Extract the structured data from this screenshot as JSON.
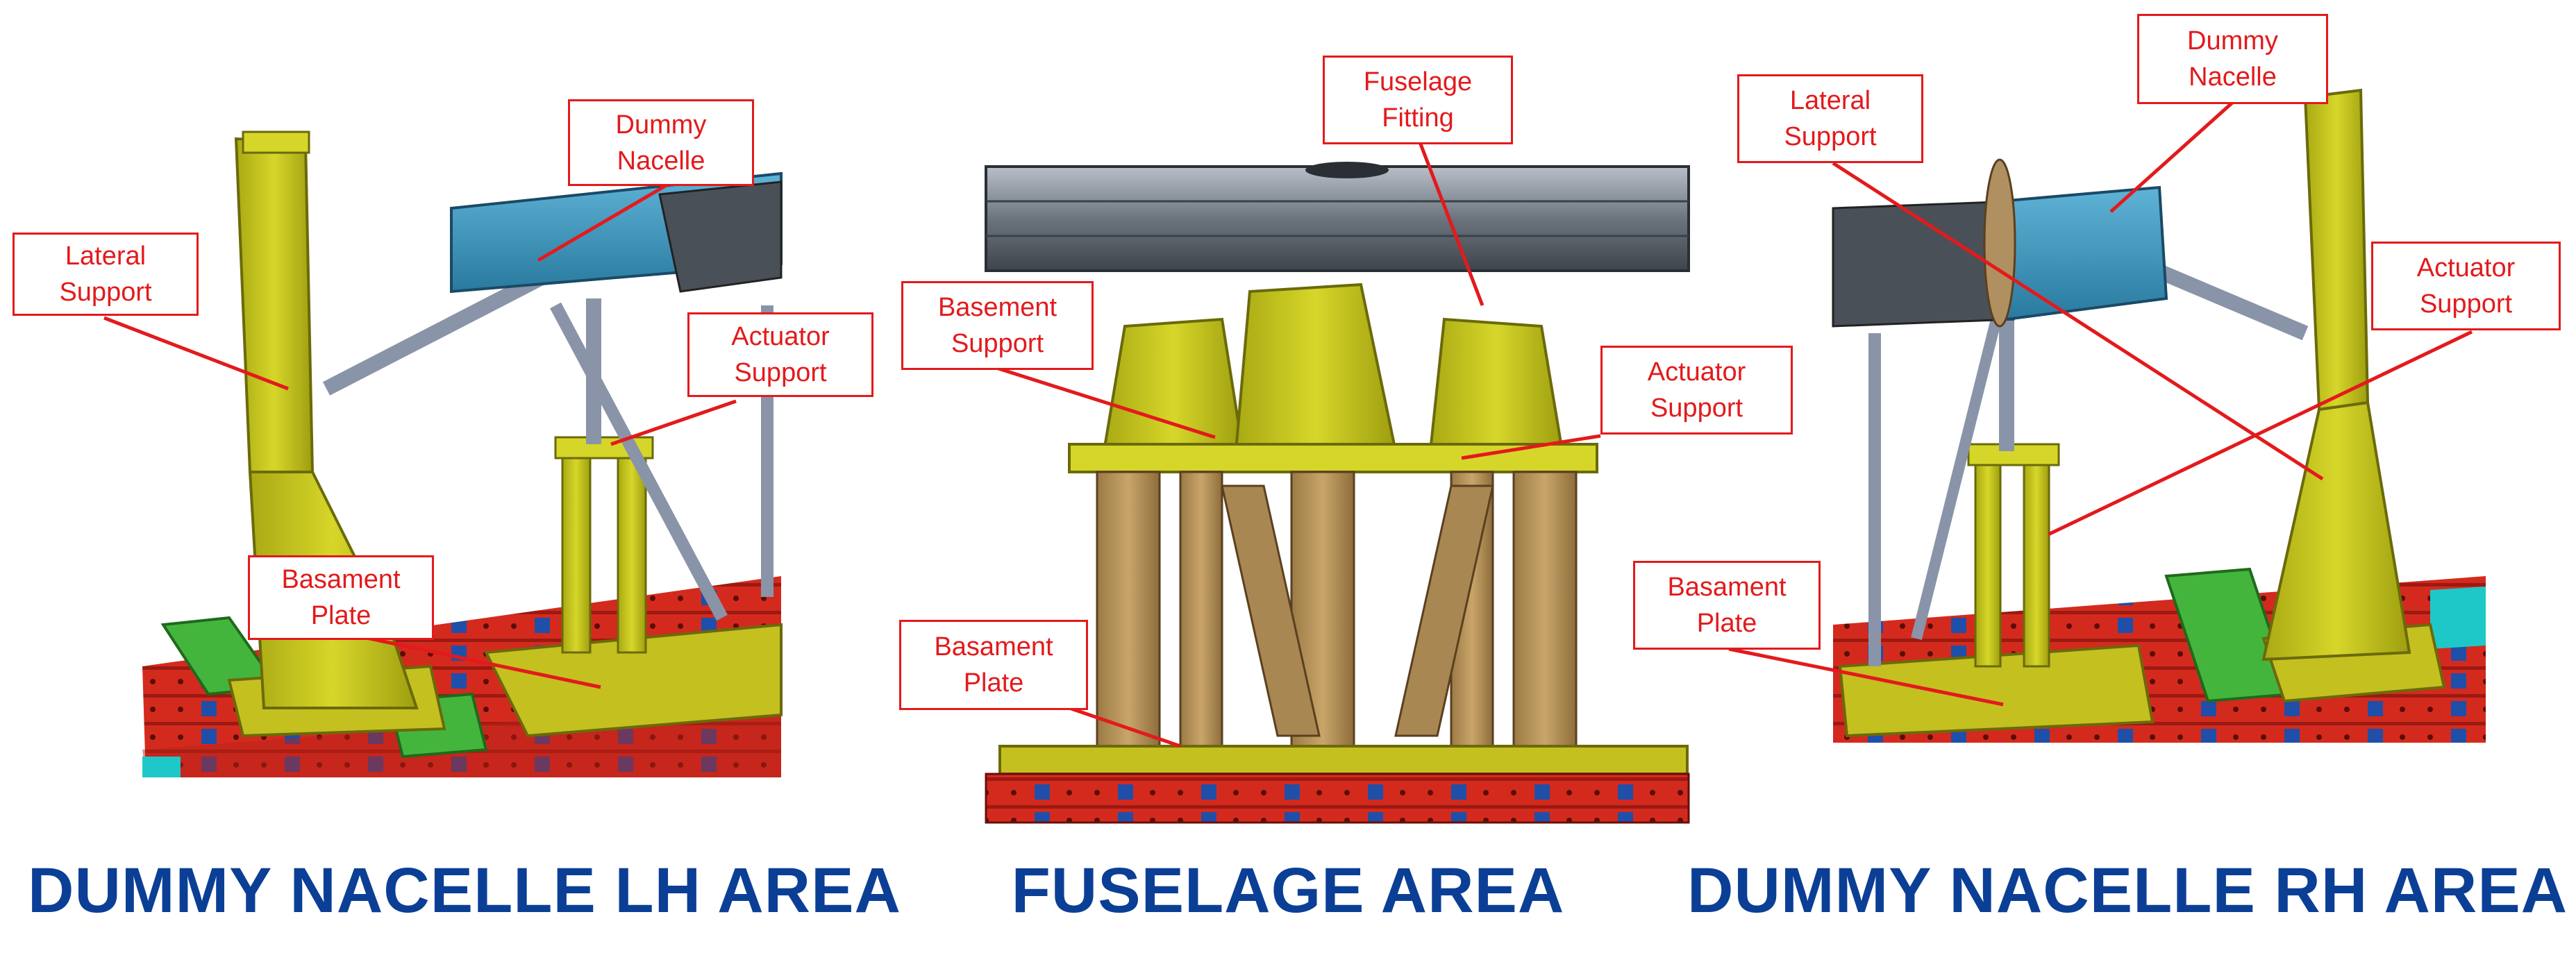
{
  "panels": [
    {
      "title": "DUMMY NACELLE LH AREA",
      "callouts": [
        {
          "line1": "Dummy",
          "line2": "Nacelle"
        },
        {
          "line1": "Lateral",
          "line2": "Support"
        },
        {
          "line1": "Actuator",
          "line2": "Support"
        },
        {
          "line1": "Basament",
          "line2": "Plate"
        }
      ]
    },
    {
      "title": "FUSELAGE AREA",
      "callouts": [
        {
          "line1": "Fuselage",
          "line2": "Fitting"
        },
        {
          "line1": "Basement",
          "line2": "Support"
        },
        {
          "line1": "Actuator",
          "line2": "Support"
        },
        {
          "line1": "Basament",
          "line2": "Plate"
        }
      ]
    },
    {
      "title": "DUMMY NACELLE RH AREA",
      "callouts": [
        {
          "line1": "Dummy",
          "line2": "Nacelle"
        },
        {
          "line1": "Lateral",
          "line2": "Support"
        },
        {
          "line1": "Actuator",
          "line2": "Support"
        },
        {
          "line1": "Basament",
          "line2": "Plate"
        }
      ]
    }
  ],
  "colors": {
    "title": "#0b3f95",
    "callout": "#e31a1c",
    "structure_yellow": "#c8c81e",
    "structure_tan": "#b8935a",
    "rail_red": "#d7261e",
    "rail_green": "#44b53c",
    "actuator_blue": "#3c8fb5",
    "fuselage_gray": "#7f8690"
  }
}
